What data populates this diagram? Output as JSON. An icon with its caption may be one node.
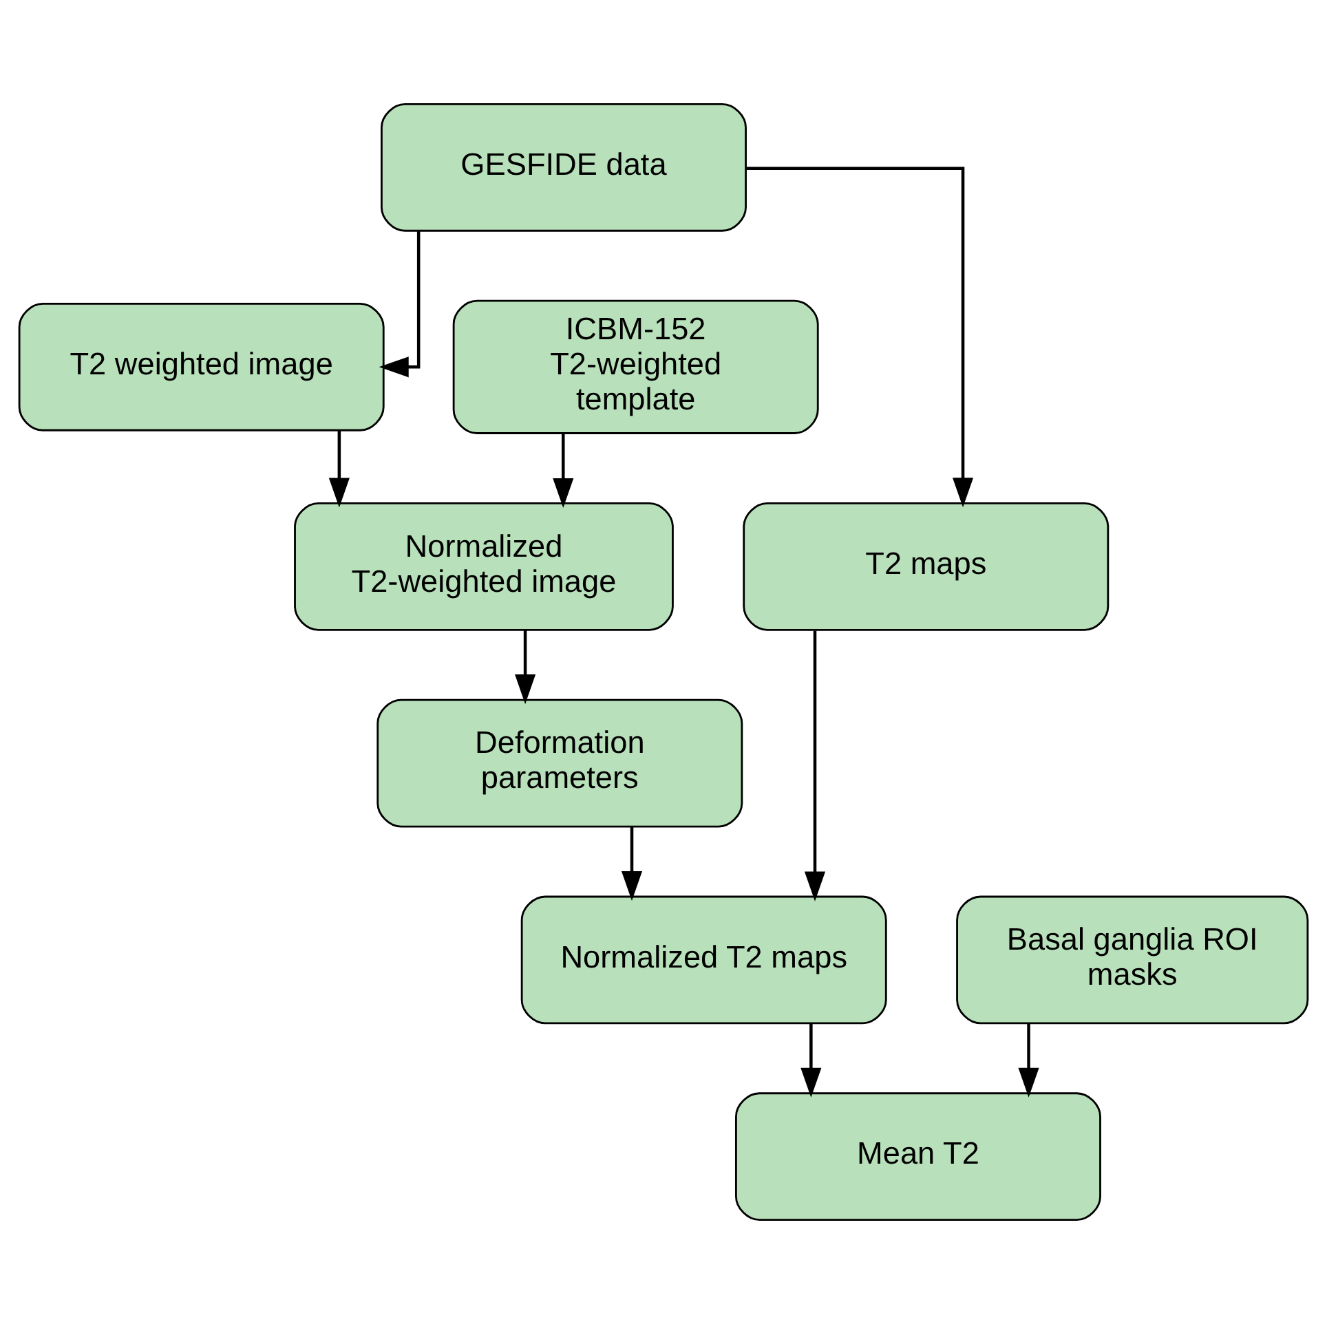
{
  "diagram": {
    "nodes": [
      {
        "text": [
          "GESFIDE data"
        ]
      },
      {
        "text": [
          "ICBM-152 T2-weighted template"
        ]
      },
      {
        "text": [
          "T2 weighted image"
        ]
      },
      {
        "text": [
          "Normalized T2-weighted image"
        ]
      },
      {
        "text": [
          "T2 maps"
        ]
      },
      {
        "text": [
          "Deformation parameters"
        ]
      },
      {
        "text": [
          "Normalized T2 maps"
        ]
      },
      {
        "text": [
          "Basal ganglia ROI masks"
        ]
      },
      {
        "text": [
          "Mean T2"
        ]
      }
    ],
    "edges": [
      {
        "from": 0,
        "to": 2,
        "arrow": "to"
      },
      {
        "from": 0,
        "to": 4,
        "arrow": "to"
      },
      {
        "from": 1,
        "to": 3,
        "arrow": "to"
      },
      {
        "from": 2,
        "to": 3,
        "arrow": "to"
      },
      {
        "from": 3,
        "to": 5,
        "arrow": "to"
      },
      {
        "from": 4,
        "to": 6,
        "arrow": "to"
      },
      {
        "from": 5,
        "to": 6,
        "arrow": "to"
      },
      {
        "from": 6,
        "to": 8,
        "arrow": "to"
      },
      {
        "from": 7,
        "to": 8,
        "arrow": "to"
      }
    ]
  }
}
